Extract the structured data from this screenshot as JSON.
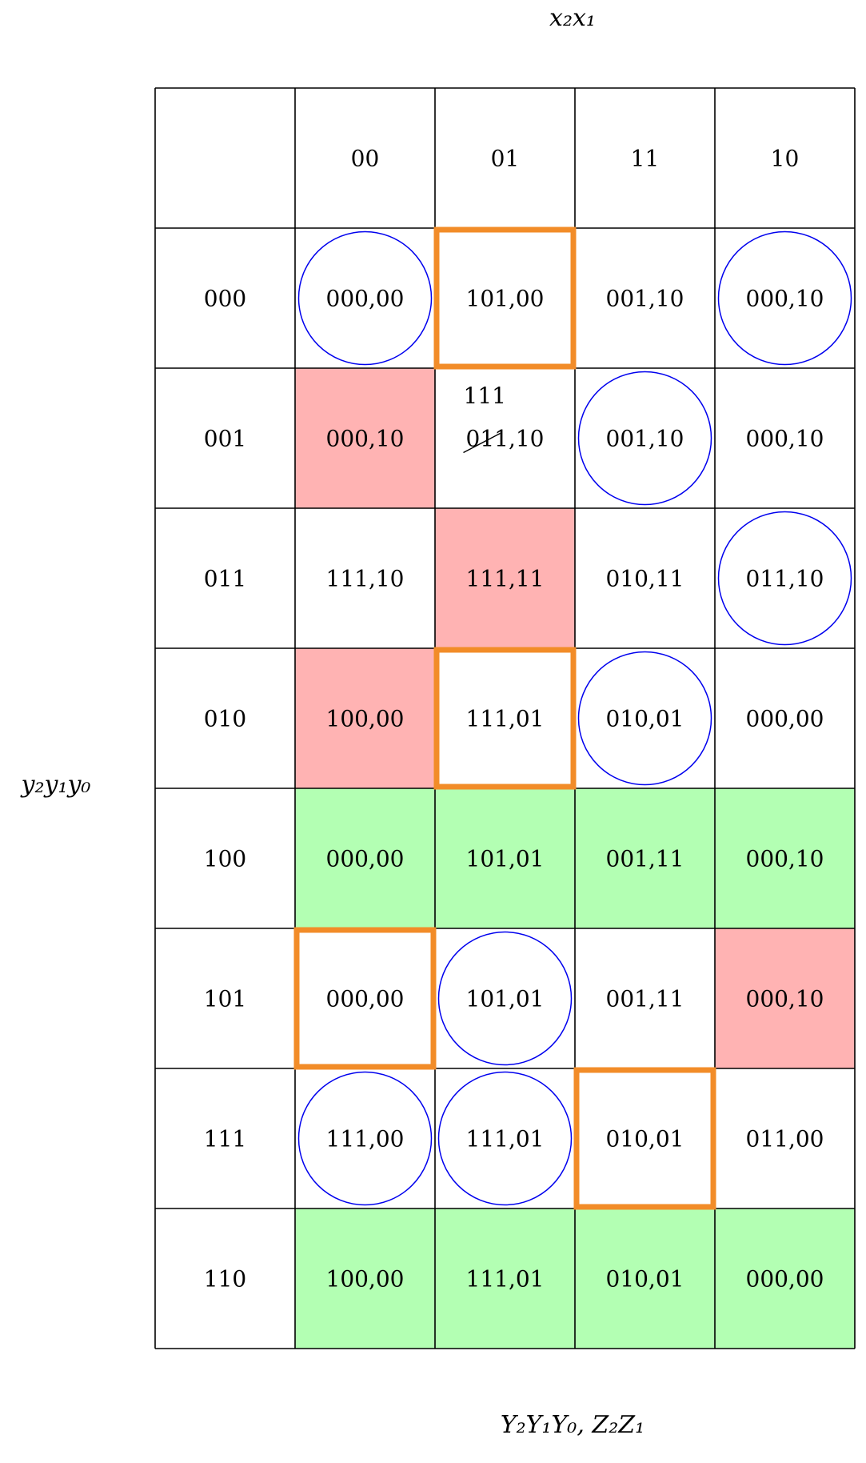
{
  "labels": {
    "column_axis": "x₂x₁",
    "row_axis": "y₂y₁y₀",
    "output": "Y₂Y₁Y₀, Z₂Z₁"
  },
  "colors": {
    "grid": "#000000",
    "circle": "#0000ee",
    "box": "#f28c28",
    "red_fill": "#ffb3b3",
    "green_fill": "#b3ffb3"
  },
  "columns": [
    "00",
    "01",
    "11",
    "10"
  ],
  "rows": [
    {
      "label": "000",
      "cells": [
        {
          "value": "000,00",
          "mark": "circle"
        },
        {
          "value": "101,00",
          "mark": "box"
        },
        {
          "value": "001,10"
        },
        {
          "value": "000,10",
          "mark": "circle"
        }
      ]
    },
    {
      "label": "001",
      "cells": [
        {
          "value": "000,10",
          "fill": "red"
        },
        {
          "value": "011,10",
          "correction": "111"
        },
        {
          "value": "001,10",
          "mark": "circle"
        },
        {
          "value": "000,10"
        }
      ]
    },
    {
      "label": "011",
      "cells": [
        {
          "value": "111,10"
        },
        {
          "value": "111,11",
          "fill": "red"
        },
        {
          "value": "010,11"
        },
        {
          "value": "011,10",
          "mark": "circle"
        }
      ]
    },
    {
      "label": "010",
      "cells": [
        {
          "value": "100,00",
          "fill": "red"
        },
        {
          "value": "111,01",
          "mark": "box"
        },
        {
          "value": "010,01",
          "mark": "circle"
        },
        {
          "value": "000,00"
        }
      ]
    },
    {
      "label": "100",
      "cells": [
        {
          "value": "000,00",
          "fill": "green"
        },
        {
          "value": "101,01",
          "fill": "green"
        },
        {
          "value": "001,11",
          "fill": "green"
        },
        {
          "value": "000,10",
          "fill": "green"
        }
      ]
    },
    {
      "label": "101",
      "cells": [
        {
          "value": "000,00",
          "mark": "box"
        },
        {
          "value": "101,01",
          "mark": "circle"
        },
        {
          "value": "001,11"
        },
        {
          "value": "000,10",
          "fill": "red"
        }
      ]
    },
    {
      "label": "111",
      "cells": [
        {
          "value": "111,00",
          "mark": "circle"
        },
        {
          "value": "111,01",
          "mark": "circle"
        },
        {
          "value": "010,01",
          "mark": "box"
        },
        {
          "value": "011,00"
        }
      ]
    },
    {
      "label": "110",
      "cells": [
        {
          "value": "100,00",
          "fill": "green"
        },
        {
          "value": "111,01",
          "fill": "green"
        },
        {
          "value": "010,01",
          "fill": "green"
        },
        {
          "value": "000,00",
          "fill": "green"
        }
      ]
    }
  ]
}
